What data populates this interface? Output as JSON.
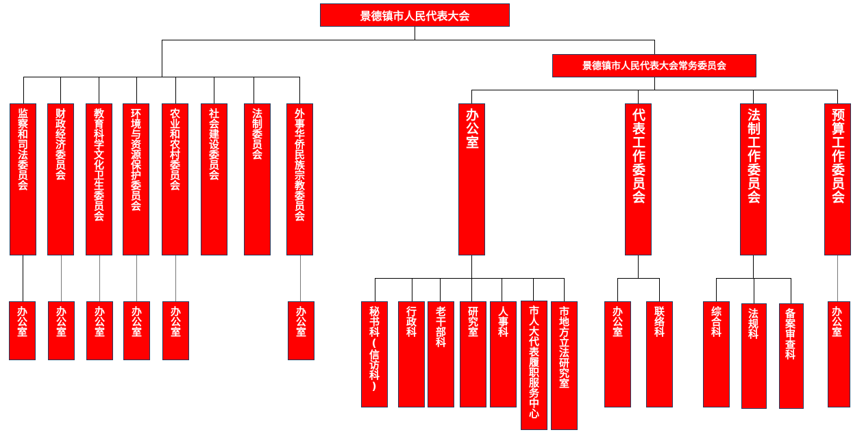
{
  "root": "景德镇市人民代表大会",
  "standing": "景德镇市人民代表大会常务委员会",
  "committees": [
    "监察和司法委员会",
    "财政经济委员会",
    "教育科学文化卫生委员会",
    "环境与资源保护委员会",
    "农业和农村委员会",
    "社会建设委员会",
    "法制委员会",
    "外事华侨民族宗教委员会"
  ],
  "committee_offices": [
    "办公室",
    "办公室",
    "办公室",
    "办公室",
    "办公室",
    "办公室"
  ],
  "standing_units": [
    "办公室",
    "代表工作委员会",
    "法制工作委员会",
    "预算工作委员会"
  ],
  "office_subs": [
    "秘书科(信访科)",
    "行政科",
    "老干部科",
    "研究室",
    "人事科",
    "市人大代表履职服务中心",
    "市地方立法研究室"
  ],
  "rep_subs": [
    "办公室",
    "联络科"
  ],
  "law_subs": [
    "综合科",
    "法规科",
    "备案审查科"
  ],
  "budget_subs": [
    "办公室"
  ],
  "colors": {
    "box": "#ff0000",
    "border": "#1f3a5f"
  }
}
